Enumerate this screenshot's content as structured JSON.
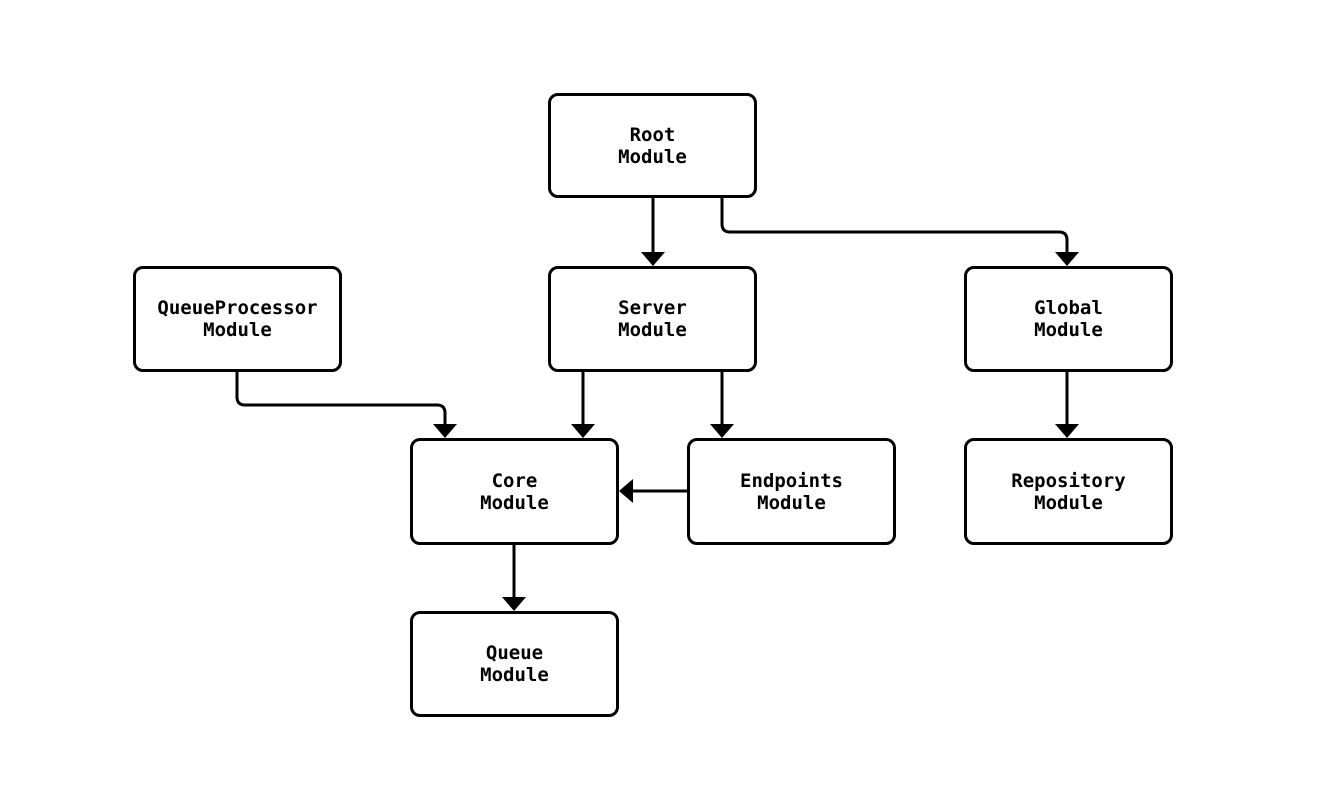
{
  "diagram": {
    "type": "flowchart",
    "nodes": {
      "root": {
        "lines": [
          "Root",
          "Module"
        ]
      },
      "queueprocessor": {
        "lines": [
          "QueueProcessor",
          "Module"
        ]
      },
      "server": {
        "lines": [
          "Server",
          "Module"
        ]
      },
      "global": {
        "lines": [
          "Global",
          "Module"
        ]
      },
      "core": {
        "lines": [
          "Core",
          "Module"
        ]
      },
      "endpoints": {
        "lines": [
          "Endpoints",
          "Module"
        ]
      },
      "repository": {
        "lines": [
          "Repository",
          "Module"
        ]
      },
      "queue": {
        "lines": [
          "Queue",
          "Module"
        ]
      }
    },
    "edges": [
      {
        "from": "Root Module",
        "to": "Server Module"
      },
      {
        "from": "Root Module",
        "to": "Global Module"
      },
      {
        "from": "QueueProcessor Module",
        "to": "Core Module"
      },
      {
        "from": "Server Module",
        "to": "Core Module"
      },
      {
        "from": "Server Module",
        "to": "Endpoints Module"
      },
      {
        "from": "Endpoints Module",
        "to": "Core Module"
      },
      {
        "from": "Core Module",
        "to": "Queue Module"
      },
      {
        "from": "Global Module",
        "to": "Repository Module"
      }
    ],
    "colors": {
      "background": "#ffffff",
      "node_fill": "#ffffff",
      "node_border": "#000000",
      "edge": "#000000",
      "text": "#000000"
    }
  }
}
